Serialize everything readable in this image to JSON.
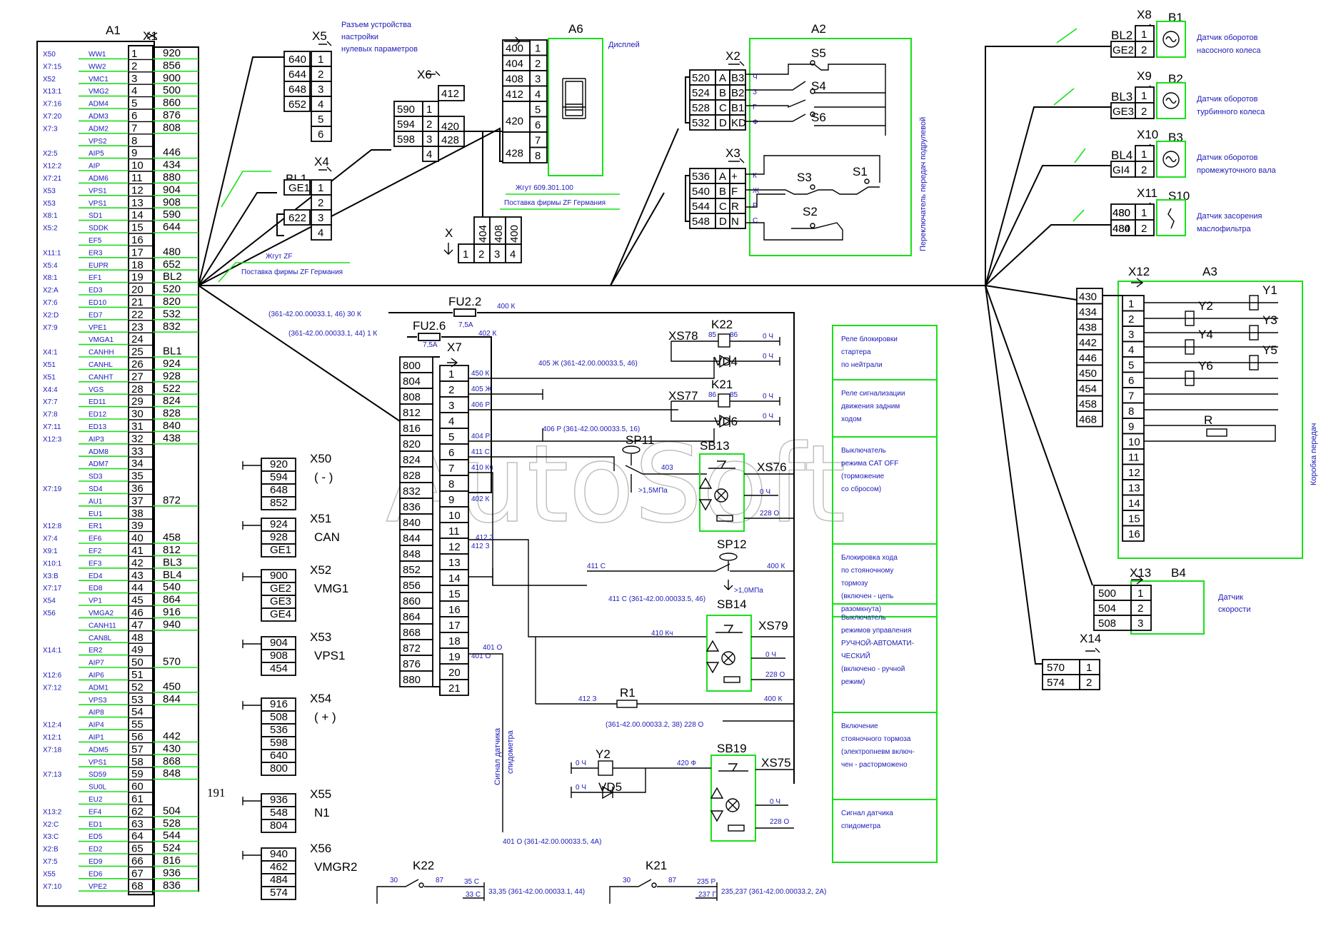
{
  "page_number": "191",
  "watermark": "AutoSoft",
  "colors": {
    "wire": "#000000",
    "green": "#19e019",
    "note_text": "#1b1bb8",
    "watermark": "#bcbcbc"
  },
  "a1": {
    "title": "A1",
    "conn": "X1",
    "left_labels": [
      "X50",
      "X7:15",
      "X52",
      "X13:1",
      "X7:16",
      "X7:20",
      "X7:3",
      "",
      "X2:5",
      "X12:2",
      "X7:21",
      "X53",
      "X53",
      "X8:1",
      "X5:2",
      "",
      "X11:1",
      "X5:4",
      "X8:1",
      "X2:A",
      "X7:6",
      "X2:D",
      "X7:9",
      "",
      "X4:1",
      "X51",
      "X51",
      "X4:4",
      "X7:7",
      "X7:8",
      "X7:11",
      "X12:3",
      "",
      "",
      "",
      "X7:19",
      "",
      "",
      "X12:8",
      "X7:4",
      "X9:1",
      "X10:1",
      "X3:B",
      "X7:17",
      "X54",
      "X56",
      "",
      "",
      "X14:1",
      "",
      "X12:6",
      "X7:12",
      "",
      "",
      "X12:4",
      "X12:1",
      "X7:18",
      "",
      "X7:13",
      "",
      "",
      "X13:2",
      "X2:C",
      "X3:C",
      "X2:B",
      "X7:5",
      "X55",
      "X7:10"
    ],
    "signals": [
      "WW1",
      "WW2",
      "VMC1",
      "VMG2",
      "ADM4",
      "ADM3",
      "ADM2",
      "VPS2",
      "AIP5",
      "AIP",
      "ADM6",
      "VPS1",
      "VPS1",
      "SD1",
      "SDDK",
      "EF5",
      "ER3",
      "EUPR",
      "EF1",
      "ED3",
      "ED10",
      "ED7",
      "VPE1",
      "VMGA1",
      "CANHH",
      "CANHL",
      "CANHT",
      "VGS",
      "ED11",
      "ED12",
      "ED13",
      "AIP3",
      "ADM8",
      "ADM7",
      "SD3",
      "SD4",
      "AU1",
      "EU1",
      "ER1",
      "EF6",
      "EF2",
      "EF3",
      "ED4",
      "ED8",
      "VP1",
      "VMGA2",
      "CANH11",
      "CAN8L",
      "ER2",
      "AIP7",
      "AIP6",
      "ADM1",
      "VPS3",
      "AIP8",
      "AIP4",
      "AIP1",
      "ADM5",
      "VPS1",
      "SD59",
      "SU0L",
      "EU2",
      "EF4",
      "ED1",
      "ED5",
      "ED2",
      "ED9",
      "ED6",
      "VPE2"
    ],
    "pins": [
      "1",
      "2",
      "3",
      "4",
      "5",
      "6",
      "7",
      "8",
      "9",
      "10",
      "11",
      "12",
      "13",
      "14",
      "15",
      "16",
      "17",
      "18",
      "19",
      "20",
      "21",
      "22",
      "23",
      "24",
      "25",
      "26",
      "27",
      "28",
      "29",
      "30",
      "31",
      "32",
      "33",
      "34",
      "35",
      "36",
      "37",
      "38",
      "39",
      "40",
      "41",
      "42",
      "43",
      "44",
      "45",
      "46",
      "47",
      "48",
      "49",
      "50",
      "51",
      "52",
      "53",
      "54",
      "55",
      "56",
      "57",
      "58",
      "59",
      "60",
      "61",
      "62",
      "63",
      "64",
      "65",
      "66",
      "67",
      "68"
    ],
    "wires": [
      {
        "pin": 1,
        "text": "920"
      },
      {
        "pin": 2,
        "text": "856"
      },
      {
        "pin": 3,
        "text": "900"
      },
      {
        "pin": 4,
        "text": "500"
      },
      {
        "pin": 5,
        "text": "860"
      },
      {
        "pin": 6,
        "text": "876"
      },
      {
        "pin": 7,
        "text": "808"
      },
      {
        "pin": 9,
        "text": "446"
      },
      {
        "pin": 10,
        "text": "434"
      },
      {
        "pin": 11,
        "text": "880"
      },
      {
        "pin": 12,
        "text": "904"
      },
      {
        "pin": 13,
        "text": "908"
      },
      {
        "pin": 14,
        "text": "590"
      },
      {
        "pin": 15,
        "text": "644"
      },
      {
        "pin": 17,
        "text": "480"
      },
      {
        "pin": 18,
        "text": "652"
      },
      {
        "pin": 19,
        "text": "BL2"
      },
      {
        "pin": 20,
        "text": "520"
      },
      {
        "pin": 21,
        "text": "820"
      },
      {
        "pin": 22,
        "text": "532"
      },
      {
        "pin": 23,
        "text": "832"
      },
      {
        "pin": 25,
        "text": "BL1"
      },
      {
        "pin": 26,
        "text": "924"
      },
      {
        "pin": 27,
        "text": "928"
      },
      {
        "pin": 28,
        "text": "522"
      },
      {
        "pin": 29,
        "text": "824"
      },
      {
        "pin": 30,
        "text": "828"
      },
      {
        "pin": 31,
        "text": "840"
      },
      {
        "pin": 32,
        "text": "438"
      },
      {
        "pin": 37,
        "text": "872"
      },
      {
        "pin": 40,
        "text": "458"
      },
      {
        "pin": 41,
        "text": "812"
      },
      {
        "pin": 42,
        "text": "BL3"
      },
      {
        "pin": 43,
        "text": "BL4"
      },
      {
        "pin": 44,
        "text": "540"
      },
      {
        "pin": 45,
        "text": "864"
      },
      {
        "pin": 46,
        "text": "916"
      },
      {
        "pin": 47,
        "text": "940"
      },
      {
        "pin": 50,
        "text": "570"
      },
      {
        "pin": 52,
        "text": "450"
      },
      {
        "pin": 53,
        "text": "844"
      },
      {
        "pin": 56,
        "text": "442"
      },
      {
        "pin": 57,
        "text": "430"
      },
      {
        "pin": 58,
        "text": "868"
      },
      {
        "pin": 59,
        "text": "848"
      },
      {
        "pin": 62,
        "text": "504"
      },
      {
        "pin": 63,
        "text": "528"
      },
      {
        "pin": 64,
        "text": "544"
      },
      {
        "pin": 65,
        "text": "524"
      },
      {
        "pin": 66,
        "text": "816"
      },
      {
        "pin": 67,
        "text": "936"
      },
      {
        "pin": 68,
        "text": "836"
      }
    ]
  },
  "x5": {
    "title": "X5",
    "note": [
      "Разъем устройства",
      "настройки",
      "нулевых параметров"
    ],
    "wires": [
      "640",
      "644",
      "648",
      "652",
      "",
      ""
    ],
    "pins": [
      "1",
      "2",
      "3",
      "4",
      "5",
      "6"
    ]
  },
  "x4": {
    "title": "X4",
    "bl": "BL1",
    "wires": [
      "GE1",
      "",
      "622",
      ""
    ],
    "pins": [
      "1",
      "2",
      "3",
      "4"
    ]
  },
  "harness_zf": [
    "Жгут ZF",
    "Поставка фирмы ZF Германия"
  ],
  "x6": {
    "title": "X6",
    "left_wires": [
      "590",
      "594",
      "598"
    ],
    "right_wires": [
      "412",
      "420",
      "428",
      ""
    ],
    "pins": [
      "1",
      "2",
      "3",
      "4"
    ]
  },
  "a6": {
    "title": "A6",
    "note": "Дисплей",
    "wires": [
      "400",
      "404",
      "408",
      "412",
      "",
      "420",
      "",
      "428"
    ],
    "pins": [
      "1",
      "2",
      "3",
      "4",
      "5",
      "6",
      "7",
      "8"
    ],
    "harness": [
      "Жгут 609.301.100",
      "Поставка фирмы ZF Германия"
    ]
  },
  "xconn": {
    "title": "X",
    "wires": [
      "404",
      "408",
      "400"
    ],
    "pins": [
      "1",
      "2",
      "3",
      "4"
    ]
  },
  "a2": {
    "title": "A2",
    "x2": {
      "title": "X2",
      "wires": [
        "520",
        "524",
        "528",
        "532"
      ],
      "pins": [
        "A",
        "B",
        "C",
        "D"
      ],
      "pins2": [
        "B3",
        "B2",
        "B1",
        "KD"
      ],
      "marks": [
        "Ч",
        "З",
        "Г",
        "Ф"
      ]
    },
    "x3": {
      "title": "X3",
      "wires": [
        "536",
        "540",
        "544",
        "548"
      ],
      "pins": [
        "A",
        "B",
        "C",
        "D"
      ],
      "pins2": [
        "+",
        "F",
        "R",
        "N"
      ],
      "marks": [
        "К",
        "Ж",
        "Р",
        "С"
      ]
    },
    "switches": [
      "S5",
      "S4",
      "S6",
      "S3",
      "S1",
      "S2"
    ],
    "side_note": "Переключатель передач подрулевой"
  },
  "sensors": [
    {
      "conn": "X8",
      "bl": "BL2",
      "wire": "GE2",
      "dev": "B1",
      "note": [
        "Датчик оборотов",
        "насосного колеса"
      ]
    },
    {
      "conn": "X9",
      "bl": "BL3",
      "wire": "GE3",
      "dev": "B2",
      "note": [
        "Датчик оборотов",
        "турбинного колеса"
      ]
    },
    {
      "conn": "X10",
      "bl": "BL4",
      "wire": "GI4",
      "dev": "B3",
      "note": [
        "Датчик оборотов",
        "промежуточного вала"
      ]
    },
    {
      "conn": "X11",
      "bl": "",
      "wire": "480",
      "wire2": "484",
      "dev": "S10",
      "note": [
        "Датчик засорения",
        "маслофильтра"
      ]
    }
  ],
  "a3": {
    "title": "A3",
    "conn": "X12",
    "wires": [
      "430",
      "434",
      "438",
      "442",
      "446",
      "450",
      "454",
      "458",
      "468"
    ],
    "pins": [
      "1",
      "2",
      "3",
      "4",
      "5",
      "6",
      "7",
      "8",
      "9",
      "10",
      "11",
      "12",
      "13",
      "14",
      "15",
      "16"
    ],
    "valves": [
      "Y1",
      "Y2",
      "Y3",
      "Y4",
      "Y5",
      "Y6",
      "R"
    ],
    "side_note": "Коробка передач"
  },
  "b4": {
    "conn": "X13",
    "title": "B4",
    "wires": [
      "500",
      "504",
      "508"
    ],
    "pins": [
      "1",
      "2",
      "3"
    ],
    "note": [
      "Датчик",
      "скорости"
    ]
  },
  "x14": {
    "title": "X14",
    "wires": [
      "570",
      "574"
    ],
    "pins": [
      "1",
      "2"
    ]
  },
  "x7": {
    "title": "X7",
    "wires": [
      "800",
      "804",
      "808",
      "812",
      "816",
      "820",
      "824",
      "828",
      "832",
      "836",
      "840",
      "844",
      "848",
      "852",
      "856",
      "860",
      "864",
      "868",
      "872",
      "876",
      "880"
    ],
    "pins": [
      "1",
      "2",
      "3",
      "4",
      "5",
      "6",
      "7",
      "8",
      "9",
      "10",
      "11",
      "12",
      "13",
      "14",
      "15",
      "16",
      "17",
      "18",
      "19",
      "20",
      "21"
    ],
    "pin_wires": [
      "450 К",
      "405 Ж",
      "406 Р",
      "",
      "404 Р",
      "411 С",
      "410 Кч",
      "",
      "402 К",
      "",
      "",
      "412 З",
      "",
      "",
      "",
      "",
      "",
      "",
      "401 О",
      "",
      ""
    ]
  },
  "fuses": {
    "fu22": "FU2.2",
    "fu22_rating": "7,5А",
    "fu22_in": "(361-42.00.00033.1, 46) 30 К",
    "fu22_out": "400 К",
    "fu26": "FU2.6",
    "fu26_rating": "7,5А",
    "fu26_in": "(361-42.00.00033.1, 44) 1 К",
    "fu26_out": "402 К"
  },
  "relays": [
    {
      "conn": "XS78",
      "name": "K22",
      "pin_a": "85",
      "pin_b": "86",
      "wire": "0 Ч",
      "diode": "VD4"
    },
    {
      "conn": "XS77",
      "name": "K21",
      "pin_a": "86",
      "pin_b": "85",
      "wire": "0 Ч",
      "diode": "VD6"
    }
  ],
  "circuit_texts": {
    "w405": "405 Ж (361-42.00.00033.5, 46)",
    "w406": "406 Р (361-42.00.00033.5, 16)",
    "sp11": "SP11",
    "sp11_p": ">1,5МПа",
    "w403": "403",
    "sb13": "SB13",
    "xs76": "XS76",
    "w0ch": "0 Ч",
    "w228": "228 О",
    "sp12": "SP12",
    "sp12_p": ">1,0МПа",
    "w411": "411 С",
    "w400": "400 К",
    "w411b": "411 С (361-42.00.00033.5, 46)",
    "sb14": "SB14",
    "xs79": "XS79",
    "w410": "410 Кч",
    "r1": "R1",
    "w412": "412 З",
    "w400b": "400 К",
    "w228b": "(361-42.00.00033.2, 38) 228 О",
    "y2": "Y2",
    "vd5": "VD5",
    "w0ch2": "0 Ч",
    "w0ch3": "0 Ч",
    "w420": "420 Ф",
    "sb19": "SB19",
    "xs75": "XS75",
    "w401": "401 О",
    "w401b": "401 О (361-42.00.00033.5, 4А)",
    "speedo": [
      "Сигнал датчика",
      "спидометра"
    ],
    "w412b": "412 З"
  },
  "bottom_relays": [
    {
      "name": "K22",
      "p1": "30",
      "p2": "87",
      "w1": "35 С",
      "w2": "33 С",
      "ref": "33,35 (361-42.00.00033.1, 44)"
    },
    {
      "name": "K21",
      "p1": "30",
      "p2": "87",
      "w1": "235 Р",
      "w2": "237 Г",
      "ref": "235,237 (361-42.00.00033.2, 2А)"
    }
  ],
  "legend": [
    [
      "Реле блокировки",
      "стартера",
      "по нейтрали"
    ],
    [
      "Реле сигнализации",
      "движения задним",
      "ходом"
    ],
    [
      "Выключатель",
      "режима CAT OFF",
      "(торможение",
      "со сбросом)"
    ],
    [
      "Блокировка хода",
      "по стояночному",
      "тормозу",
      "(включен - цепь",
      "разомкнута)"
    ],
    [
      "Выключатель",
      "режимов управления",
      "РУЧНОЙ-АВТОМАТИ-",
      "ЧЕСКИЙ",
      "(включено - ручной",
      "режим)"
    ],
    [
      "Включение",
      "стояночного тормоза",
      "(электропневм включ-",
      "чен - расторможено"
    ],
    [
      "Сигнал датчика",
      "спидометра"
    ]
  ],
  "x50_group": [
    {
      "title": "X50",
      "sub": "( - )",
      "wires": [
        "920",
        "594",
        "648",
        "852"
      ]
    },
    {
      "title": "X51",
      "sub": "CAN",
      "wires": [
        "924",
        "928",
        "GE1"
      ]
    },
    {
      "title": "X52",
      "sub": "VMG1",
      "wires": [
        "900",
        "GE2",
        "GE3",
        "GE4"
      ]
    },
    {
      "title": "X53",
      "sub": "VPS1",
      "wires": [
        "904",
        "908",
        "454"
      ]
    },
    {
      "title": "X54",
      "sub": "( + )",
      "wires": [
        "916",
        "508",
        "536",
        "598",
        "640",
        "800"
      ]
    },
    {
      "title": "X55",
      "sub": "N1",
      "wires": [
        "936",
        "548",
        "804"
      ]
    },
    {
      "title": "X56",
      "sub": "VMGR2",
      "wires": [
        "940",
        "462",
        "484",
        "574"
      ]
    }
  ]
}
